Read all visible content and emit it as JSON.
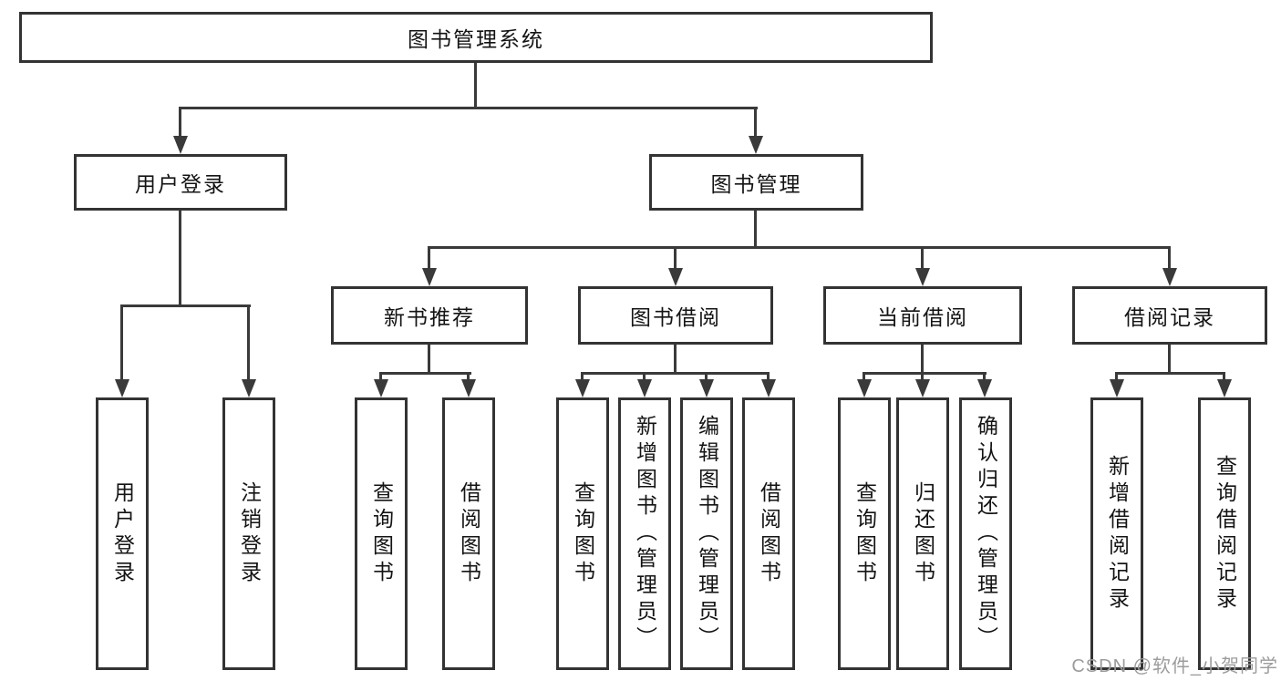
{
  "diagram": {
    "type": "hierarchy-diagram",
    "watermark": "CSDN @软件_小贺同学",
    "colors": {
      "background": "#ffffff",
      "box_border": "#333333",
      "connector_line": "#3a3a3a",
      "text": "#141414",
      "watermark_text": "#9c9c9c"
    },
    "root": {
      "label": "图书管理系统",
      "children": [
        {
          "label": "用户登录",
          "children": [
            {
              "label": "用户登录"
            },
            {
              "label": "注销登录"
            }
          ]
        },
        {
          "label": "图书管理",
          "children": [
            {
              "label": "新书推荐",
              "children": [
                {
                  "label": "查询图书"
                },
                {
                  "label": "借阅图书"
                }
              ]
            },
            {
              "label": "图书借阅",
              "children": [
                {
                  "label": "查询图书"
                },
                {
                  "label": "新增图书（管理员）"
                },
                {
                  "label": "编辑图书（管理员）"
                },
                {
                  "label": "借阅图书"
                }
              ]
            },
            {
              "label": "当前借阅",
              "children": [
                {
                  "label": "查询图书"
                },
                {
                  "label": "归还图书"
                },
                {
                  "label": "确认归还（管理员）"
                }
              ]
            },
            {
              "label": "借阅记录",
              "children": [
                {
                  "label": "新增借阅记录"
                },
                {
                  "label": "查询借阅记录"
                }
              ]
            }
          ]
        }
      ]
    }
  }
}
